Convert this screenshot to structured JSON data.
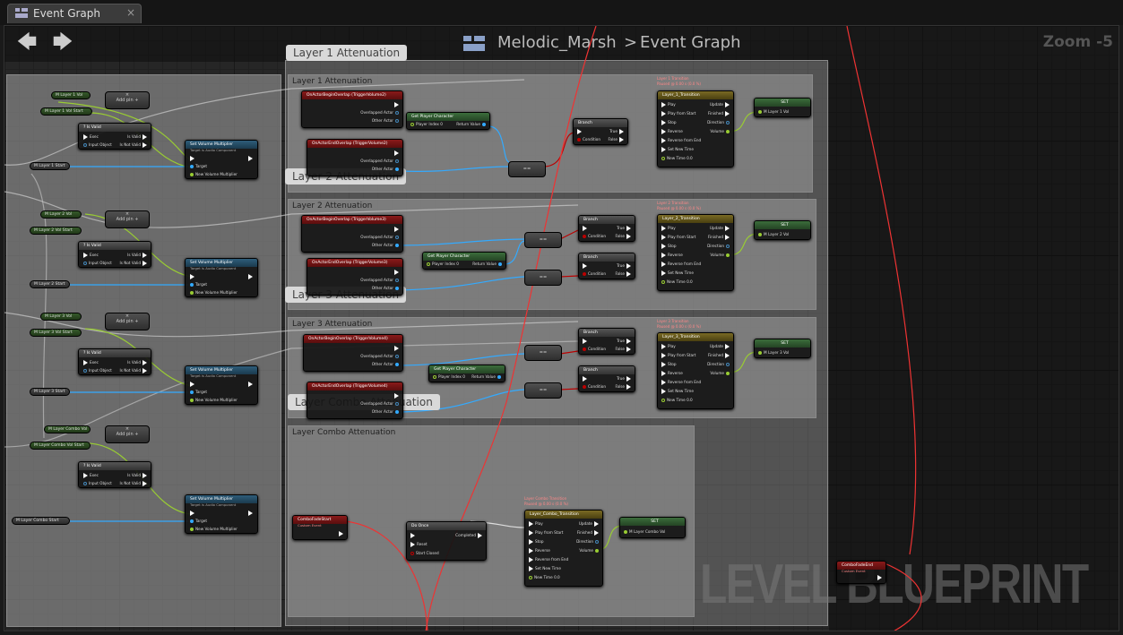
{
  "tab": {
    "title": "Event Graph",
    "close": "×",
    "icon": "event-graph-icon"
  },
  "header": {
    "back": "back-arrow-icon",
    "forward": "forward-arrow-icon",
    "graph_icon": "blueprint-icon",
    "level": "Melodic_Marsh",
    "separator": ">",
    "graph": "Event Graph",
    "zoom": "Zoom -5"
  },
  "watermark": "LEVEL BLUEPRINT",
  "comments": {
    "l1": "Layer 1 Attenuation",
    "l2": "Layer 2 Attenuation",
    "l3": "Layer 3 Attenuation",
    "combo": "Layer Combo Attenuation",
    "bubble_l1": "Layer 1 Attenuation",
    "bubble_l2": "Layer 2 Attenuation",
    "bubble_l3": "Layer 3 Attenuation",
    "bubble_combo": "Layer Combo Attenuation"
  },
  "left_vars": [
    {
      "v": "M Layer 1 Vol",
      "s": "M Layer 1 Vol Start",
      "start": "M Layer 1 Start"
    },
    {
      "v": "M Layer 2 Vol",
      "s": "M Layer 2 Vol Start",
      "start": "M Layer 2 Start"
    },
    {
      "v": "M Layer 3 Vol",
      "s": "M Layer 3 Vol Start",
      "start": "M Layer 3 Start"
    },
    {
      "v": "M Layer Combo Vol",
      "s": "M Layer Combo Vol Start",
      "start": "M Layer Combo Start"
    }
  ],
  "nodes": {
    "add": "×",
    "add_pin": "Add pin +",
    "isvalid": "? Is Valid",
    "exec": "Exec",
    "input_object": "Input Object",
    "is_valid": "Is Valid",
    "is_not_valid": "Is Not Valid",
    "svm_title": "Set Volume Multiplier",
    "svm_sub": "Target is Audio Component",
    "target": "Target",
    "new_vol": "New Volume Multiplier",
    "begin1": "OnActorBeginOverlap (TriggerVolume2)",
    "end1": "OnActorEndOverlap (TriggerVolume2)",
    "begin2": "OnActorBeginOverlap (TriggerVolume3)",
    "end2": "OnActorEndOverlap (TriggerVolume3)",
    "begin3": "OnActorBeginOverlap (TriggerVolume4)",
    "end3": "OnActorEndOverlap (TriggerVolume4)",
    "overlapped": "Overlapped Actor",
    "other": "Other Actor",
    "gpc": "Get Player Character",
    "player_index": "Player Index",
    "return_value": "Return Value",
    "zero": "0",
    "eq": "==",
    "branch": "Branch",
    "condition": "Condition",
    "true": "True",
    "false": "False",
    "tl1": "Layer_1_Transition",
    "tl2": "Layer_2_Transition",
    "tl3": "Layer_3_Transition",
    "tlc": "Layer_Combo_Transition",
    "tl1_note": "Layer 1 Transition",
    "tl2_note": "Layer 2 Transition",
    "tl3_note": "Layer 3 Transition",
    "tlc_note": "Layer Combo Transition",
    "paused": "Paused @ 0.00 s (0.0 %)",
    "play": "Play",
    "play_start": "Play from Start",
    "stop": "Stop",
    "reverse": "Reverse",
    "reverse_end": "Reverse from End",
    "set_time": "Set New Time",
    "new_time": "New Time",
    "new_time_val": "0.0",
    "update": "Update",
    "finished": "Finished",
    "direction": "Direction",
    "volume": "Volume",
    "set": "SET",
    "set1": "M Layer 1 Vol",
    "set2": "M Layer 2 Vol",
    "set3": "M Layer 3 Vol",
    "setc": "M Layer Combo Vol",
    "combo_start": "ComboFadeStart",
    "combo_end": "ComboFadeEnd",
    "custom_event": "Custom Event",
    "doonce": "Do Once",
    "completed": "Completed",
    "reset": "Reset",
    "start_closed": "Start Closed"
  },
  "colors": {
    "exec": "#ffffff",
    "object": "#3aa0f0",
    "float": "#9acd32",
    "bool": "#8b0000",
    "event": "#8a1a1a"
  }
}
